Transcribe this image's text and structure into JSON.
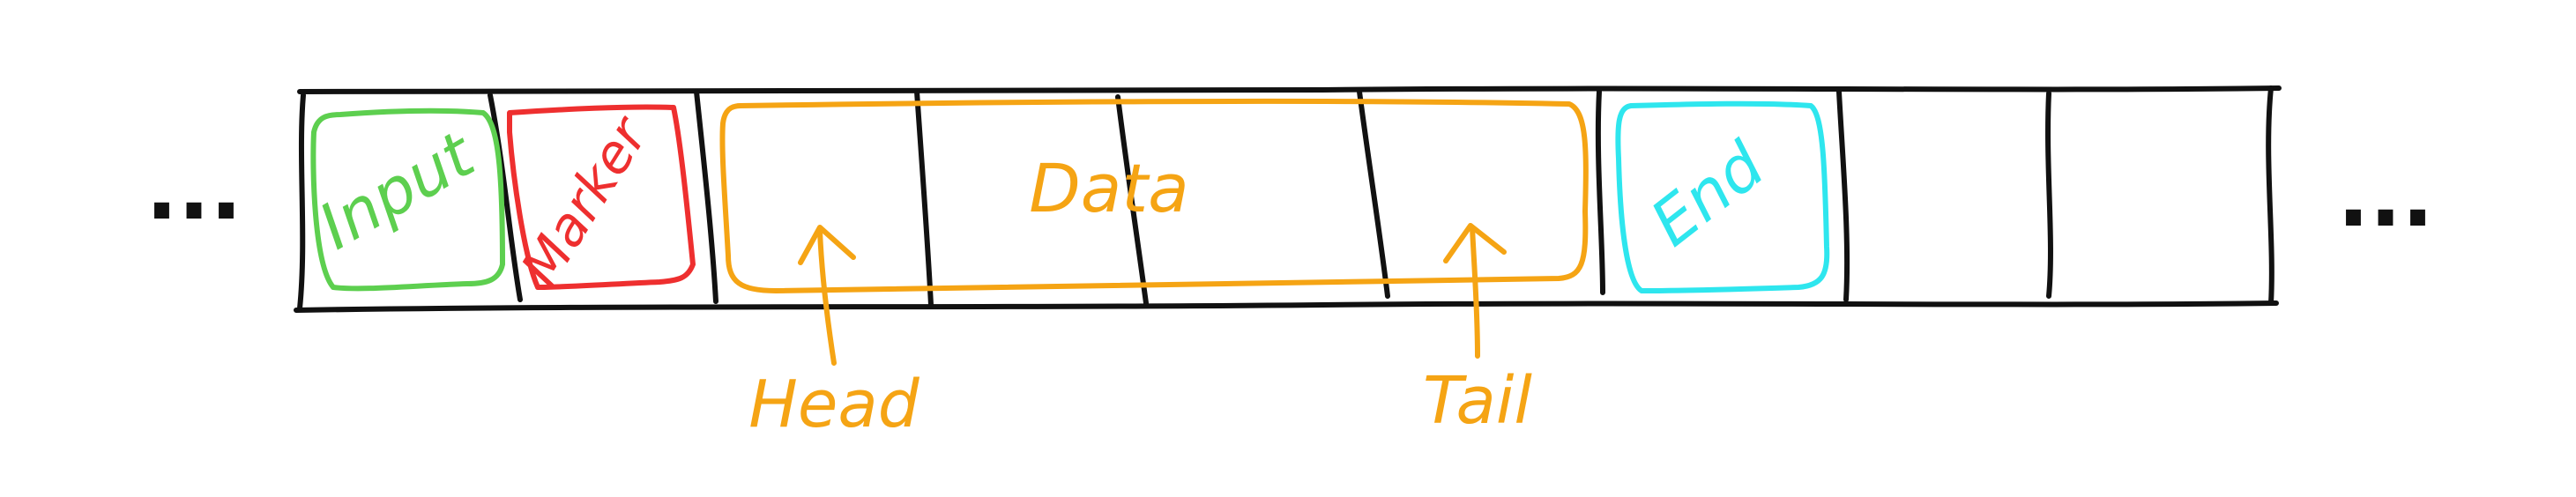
{
  "diagram": {
    "ellipsis_left": "...",
    "ellipsis_right": "...",
    "cells": {
      "input": {
        "label": "Input",
        "color": "#5dcf4f"
      },
      "marker": {
        "label": "Marker",
        "color": "#ee2f2f"
      },
      "data": {
        "label": "Data",
        "color": "#f5a414"
      },
      "end": {
        "label": "End",
        "color": "#2ee6ee"
      }
    },
    "pointers": {
      "head": {
        "label": "Head",
        "color": "#f5a414"
      },
      "tail": {
        "label": "Tail",
        "color": "#f5a414"
      }
    },
    "ink_color": "#111111"
  }
}
